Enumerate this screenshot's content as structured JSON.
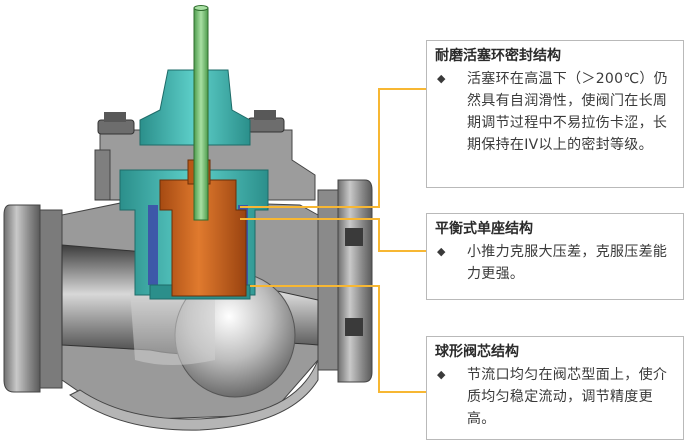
{
  "callouts": [
    {
      "title": "耐磨活塞环密封结构",
      "bullet_icon": "diamond-bullet",
      "text": "活塞环在高温下（＞200℃）仍然具有自润滑性，使阀门在长周期调节过程中不易拉伤卡涩，长期保持在IV以上的密封等级。"
    },
    {
      "title": "平衡式单座结构",
      "bullet_icon": "diamond-bullet",
      "text": "小推力克服大压差，克服压差能力更强。"
    },
    {
      "title": "球形阀芯结构",
      "bullet_icon": "diamond-bullet",
      "text": "节流口均匀在阀芯型面上，使介质均匀稳定流动，调节精度更高。"
    }
  ],
  "colors": {
    "leader_line": "#f7b733",
    "valve_body": "#8e8e8e",
    "bonnet_cyan": "#3fb5b0",
    "plug_orange": "#d2691e",
    "stem_green": "#7cc47a",
    "callout_border": "#b9b9b9"
  }
}
